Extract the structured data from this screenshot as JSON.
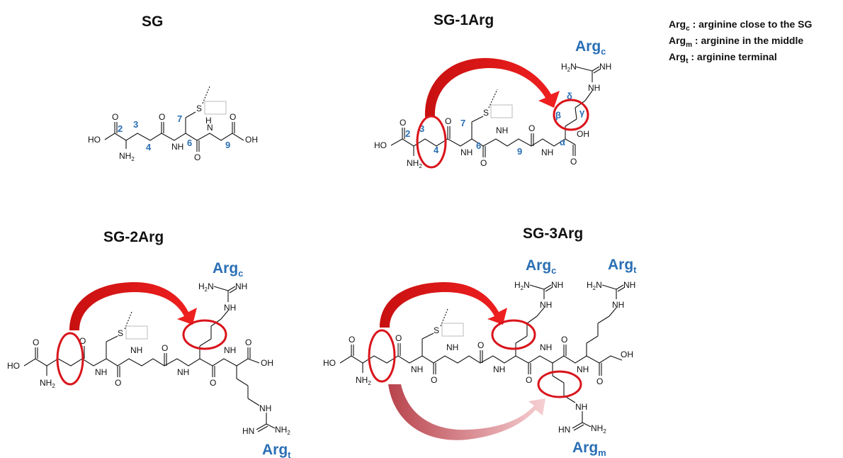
{
  "panels": {
    "sg": {
      "title": "SG"
    },
    "sg1": {
      "title": "SG-1Arg"
    },
    "sg2": {
      "title": "SG-2Arg"
    },
    "sg3": {
      "title": "SG-3Arg"
    }
  },
  "atoms": {
    "ho": "HO",
    "oh": "OH",
    "o": "O",
    "nh": "NH",
    "nh_n": "N",
    "nh_h": "H",
    "s": "S",
    "nh2": "NH",
    "nh2_sub": "2",
    "h2n": "H",
    "h2n_sub": "2",
    "h2n_n": "N",
    "hn": "HN"
  },
  "numbers": {
    "c2": "2",
    "c3": "3",
    "c4": "4",
    "c6": "6",
    "c7": "7",
    "c9": "9",
    "alpha": "α",
    "beta": "β",
    "gamma": "γ",
    "delta": "δ"
  },
  "arg_labels": {
    "base": "Arg",
    "c": "c",
    "m": "m",
    "t": "t"
  },
  "legend": {
    "base": "Arg",
    "rows": [
      {
        "sub": "c",
        "text": " : arginine close to the SG"
      },
      {
        "sub": "m",
        "text": " : arginine in the middle"
      },
      {
        "sub": "t",
        "text": " : arginine terminal"
      }
    ]
  },
  "colors": {
    "arrow_red": "#e01818",
    "arrow_pink": "#d9838a",
    "ring_red": "#d9141b",
    "label_blue": "#2a6fb4"
  }
}
